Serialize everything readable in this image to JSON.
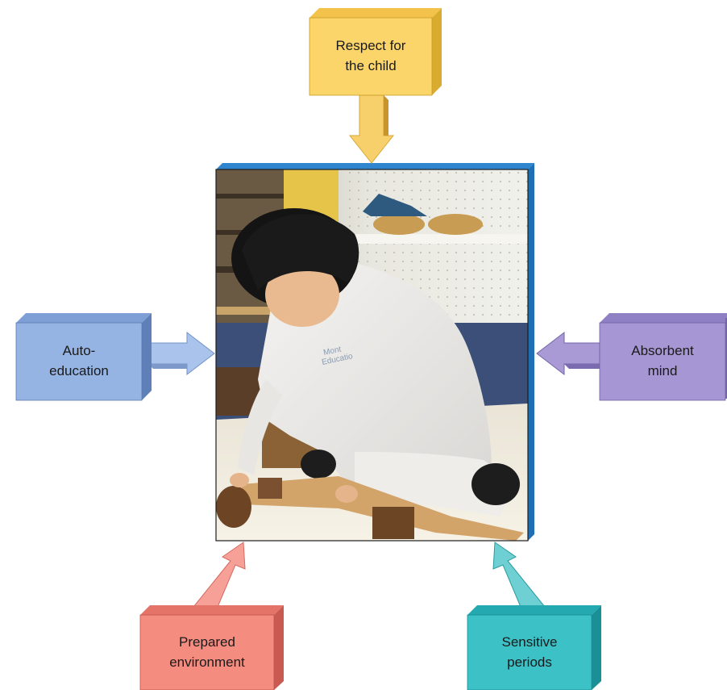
{
  "diagram": {
    "center_photo": {
      "description_shown": "photograph",
      "shirt_text": "Mont Educatio"
    },
    "boxes": {
      "top": {
        "label": "Respect for\nthe child",
        "color": "#fbd56a",
        "shade": "#d9ab2e",
        "arrow_color": "#f7cf6b"
      },
      "left": {
        "label": "Auto-\neducation",
        "color": "#95b3e3",
        "shade": "#5f7fb8",
        "arrow_color": "#a9c3ec"
      },
      "right": {
        "label": "Absorbent\nmind",
        "color": "#a696d4",
        "shade": "#7465a8",
        "arrow_color": "#a99ad6"
      },
      "bottom_left": {
        "label": "Prepared\nenvironment",
        "color": "#f48c80",
        "shade": "#c85a52",
        "arrow_color": "#f6a097"
      },
      "bottom_right": {
        "label": "Sensitive\nperiods",
        "color": "#3cc1c6",
        "shade": "#1a8f96",
        "arrow_color": "#6fd0d3"
      }
    },
    "frame_color": "#3a8fd1"
  }
}
